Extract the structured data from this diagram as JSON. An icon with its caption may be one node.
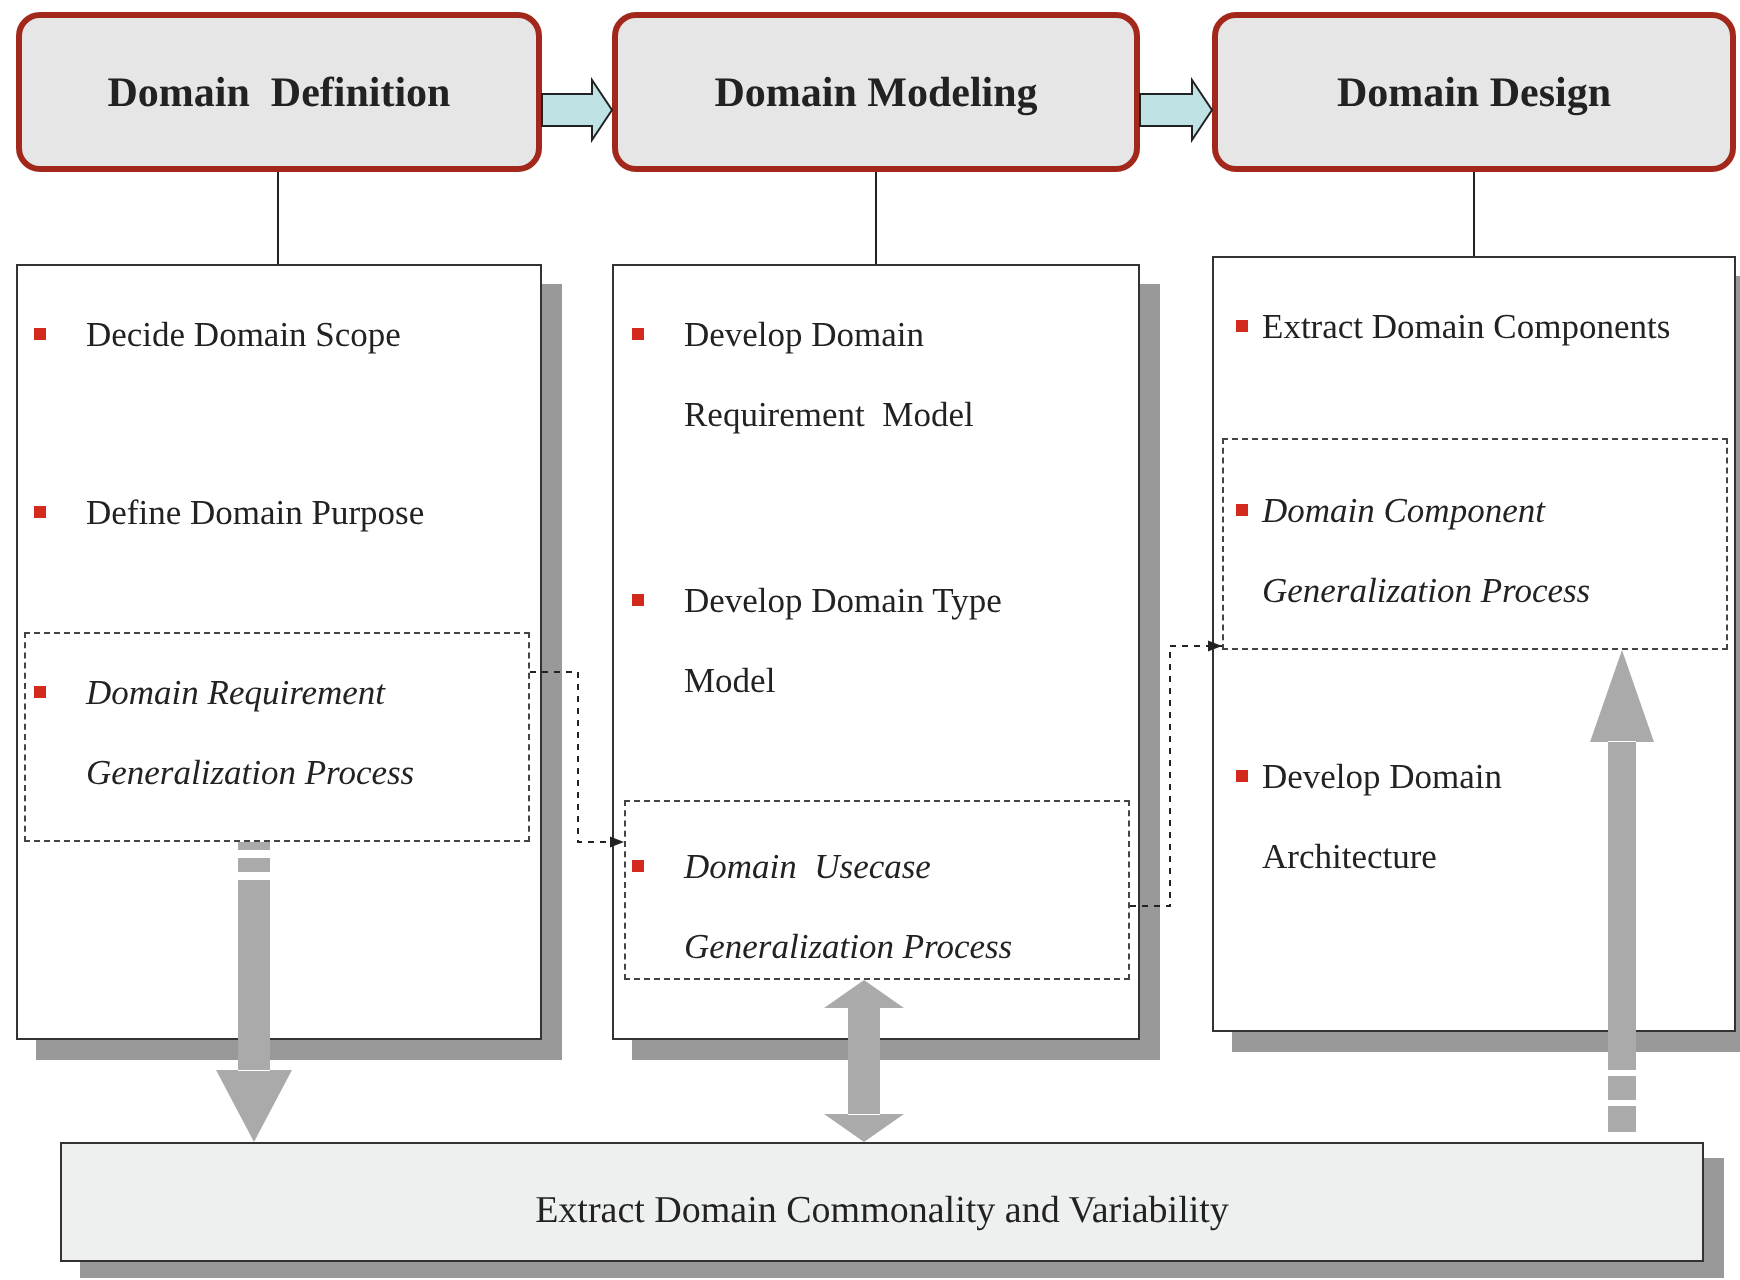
{
  "diagram": {
    "nodes": [
      {
        "text": [
          "Domain  Definition"
        ]
      },
      {
        "text": [
          "Domain Modeling"
        ]
      },
      {
        "text": [
          "Domain Design"
        ]
      },
      {
        "text": [
          "Decide Domain Scope",
          "Define Domain Purpose"
        ]
      },
      {
        "text": [
          "Domain Requirement Generalization Process"
        ],
        "in": 3
      },
      {
        "text": [
          "Develop Domain Requirement  Model",
          "Develop Domain Type Model"
        ]
      },
      {
        "text": [
          "Domain  Usecase Generalization Process"
        ],
        "in": 5
      },
      {
        "text": [
          "Extract Domain Components",
          "Develop Domain Architecture"
        ]
      },
      {
        "text": [
          "Domain Component Generalization Process"
        ],
        "in": 7
      },
      {
        "text": [
          "Extract Domain Commonality and Variability"
        ]
      }
    ],
    "edges": [
      {
        "from": 0,
        "to": 1,
        "arrow": "to",
        "style": "thick",
        "color": "#bfe2e4"
      },
      {
        "from": 1,
        "to": 2,
        "arrow": "to",
        "style": "thick",
        "color": "#bfe2e4"
      },
      {
        "from": 0,
        "to": 3,
        "arrow": "none"
      },
      {
        "from": 1,
        "to": 5,
        "arrow": "none"
      },
      {
        "from": 2,
        "to": 7,
        "arrow": "none"
      },
      {
        "from": 4,
        "to": 6,
        "arrow": "to",
        "style": "dashed"
      },
      {
        "from": 6,
        "to": 8,
        "arrow": "to",
        "style": "dashed"
      },
      {
        "from": 4,
        "to": 9,
        "arrow": "to",
        "style": "thick",
        "color": "#aaaaaa"
      },
      {
        "from": 6,
        "to": 9,
        "arrow": "both",
        "style": "thick",
        "color": "#aaaaaa"
      },
      {
        "from": 9,
        "to": 8,
        "arrow": "to",
        "style": "thick",
        "color": "#aaaaaa"
      }
    ]
  }
}
